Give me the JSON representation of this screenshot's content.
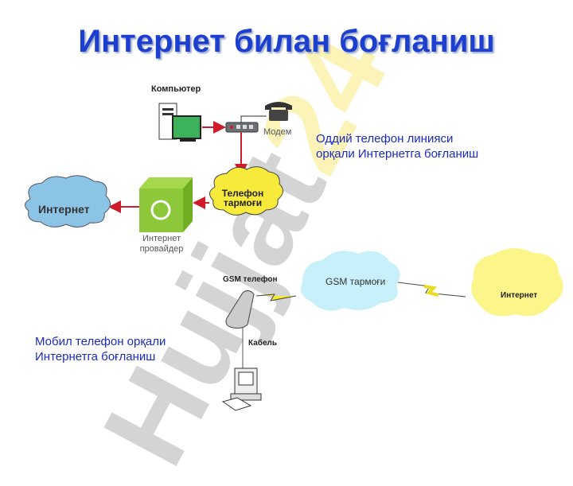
{
  "slide": {
    "title": "Интернет билан боғланиш",
    "watermark": "Hujjat24"
  },
  "dialup_diagram": {
    "computer_label": "Компьютер",
    "modem_label": "Модем",
    "phone_network_label_1": "Телефон",
    "phone_network_label_2": "тармоғи",
    "internet_label": "Интернет",
    "provider_label_1": "Интернет",
    "provider_label_2": "провайдер",
    "description_1": "Оддий телефон линияси",
    "description_2": "орқали Интернетга боғланиш"
  },
  "gsm_diagram": {
    "gsm_phone_label": "GSM телефон",
    "gsm_network_label": "GSM тармоғи",
    "internet_label": "Интернет",
    "cable_label": "Кабель",
    "description_1": "Мобил телефон орқали",
    "description_2": "Интернетга боғланиш"
  }
}
